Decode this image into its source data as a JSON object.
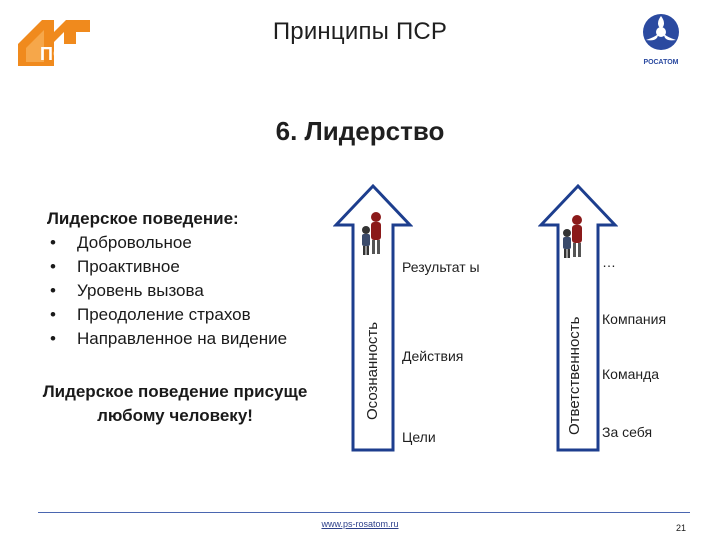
{
  "header": {
    "title": "Принципы ПСР",
    "logo_left_text": "ПСР",
    "logo_right_text": "РОСАТОМ",
    "logo_left_icon": "psr-logo",
    "logo_right_icon": "rosatom-logo"
  },
  "section_title": "6. Лидерство",
  "left": {
    "lead": "Лидерское поведение:",
    "bullets": [
      "Добровольное",
      "Проактивное",
      "Уровень вызова",
      "Преодоление страхов",
      "Направленное на видение"
    ],
    "conclusion": "Лидерское поведение присуще любому человеку!"
  },
  "arrow_awareness": {
    "label": "Осознанность",
    "steps": [
      "Результат ы",
      "Действия",
      "Цели"
    ]
  },
  "arrow_responsibility": {
    "label": "Ответственность",
    "steps": [
      "…",
      "Компания",
      "Команда",
      "За себя"
    ]
  },
  "footer": {
    "url": "www.ps-rosatom.ru",
    "page": "21"
  },
  "colors": {
    "arrow_outline": "#1d3e8e",
    "footer_line": "#4a66b0",
    "logo_orange": "#f08a1d",
    "logo_blue": "#2b4aa0",
    "figure_red": "#8b1a1a"
  }
}
